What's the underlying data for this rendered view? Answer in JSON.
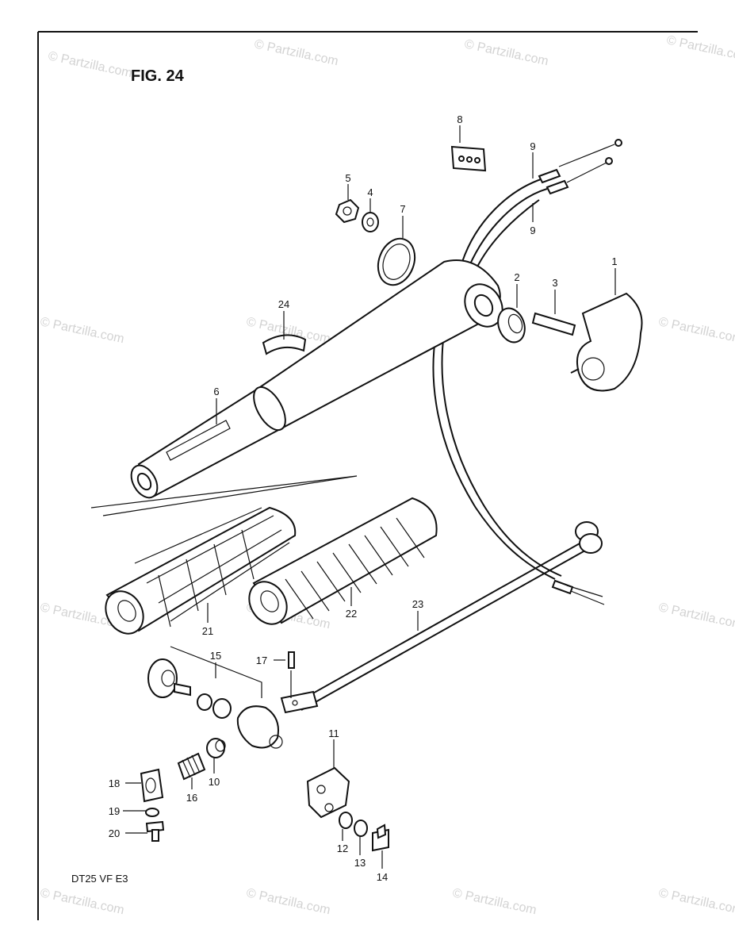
{
  "figure": {
    "title": "FIG. 24",
    "model_code": "DT25 VF E3"
  },
  "watermark": {
    "text": "© Partzilla.com"
  },
  "callouts": [
    {
      "id": "1",
      "text": "1"
    },
    {
      "id": "2",
      "text": "2"
    },
    {
      "id": "3",
      "text": "3"
    },
    {
      "id": "4",
      "text": "4"
    },
    {
      "id": "5",
      "text": "5"
    },
    {
      "id": "6",
      "text": "6"
    },
    {
      "id": "7",
      "text": "7"
    },
    {
      "id": "8",
      "text": "8"
    },
    {
      "id": "9a",
      "text": "9"
    },
    {
      "id": "9b",
      "text": "9"
    },
    {
      "id": "10",
      "text": "10"
    },
    {
      "id": "11",
      "text": "11"
    },
    {
      "id": "12",
      "text": "12"
    },
    {
      "id": "13",
      "text": "13"
    },
    {
      "id": "14",
      "text": "14"
    },
    {
      "id": "15",
      "text": "15"
    },
    {
      "id": "16",
      "text": "16"
    },
    {
      "id": "17",
      "text": "17"
    },
    {
      "id": "18",
      "text": "18"
    },
    {
      "id": "19",
      "text": "19"
    },
    {
      "id": "20",
      "text": "20"
    },
    {
      "id": "21",
      "text": "21"
    },
    {
      "id": "22",
      "text": "22"
    },
    {
      "id": "23",
      "text": "23"
    },
    {
      "id": "24",
      "text": "24"
    }
  ]
}
